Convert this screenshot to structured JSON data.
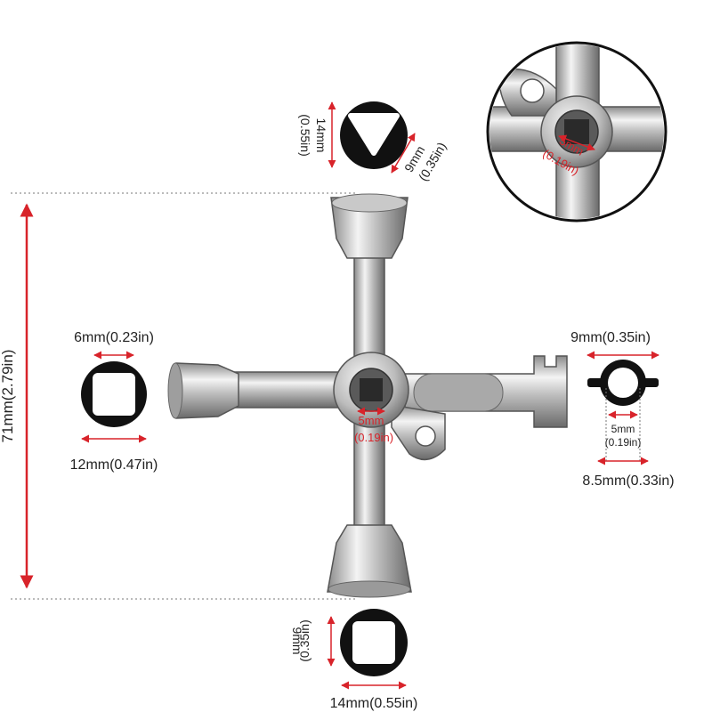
{
  "colors": {
    "dimension_red": "#d8232a",
    "profile_black": "#111111",
    "metal_light": "#e8e8e8",
    "metal_dark": "#6e6e6e"
  },
  "dimensions": {
    "height_label": "71mm(2.79in)",
    "top_tip_height": "14mm",
    "top_tip_height_in": "(0.55in)",
    "top_tip_width": "9mm",
    "top_tip_width_in": "(0.35in)",
    "left_tip_inner": "6mm(0.23in)",
    "left_tip_outer": "12mm(0.47in)",
    "right_tip_width": "9mm(0.35in)",
    "right_tip_inner": "5mm",
    "right_tip_inner_in": "(0.19in)",
    "right_tip_outer": "8.5mm(0.33in)",
    "center_hole": "5mm",
    "center_hole_in": "(0.19in)",
    "bottom_tip_height": "9mm",
    "bottom_tip_height_in": "(0.35in)",
    "bottom_tip_width": "14mm(0.55in)",
    "inset_hole": "5mm",
    "inset_hole_in": "(0.19in)"
  },
  "icons": {
    "triangle_profile": "triangle-socket-icon",
    "square_profile": "square-socket-icon",
    "keyhole_profile": "keyhole-ring-icon",
    "tool": "cross-key-tool",
    "inset": "magnified-center-inset"
  }
}
